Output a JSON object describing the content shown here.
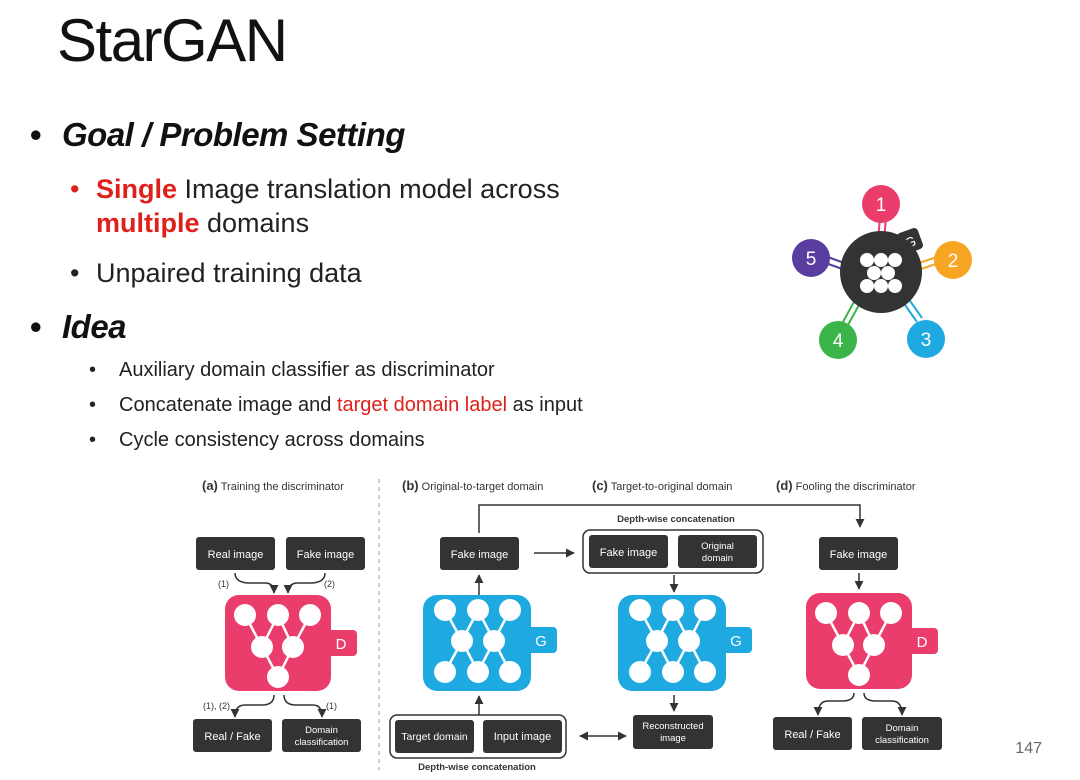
{
  "title": "StarGAN",
  "goal": {
    "heading": "Goal / Problem Setting",
    "item1": {
      "bold": "Single",
      "rest": " Image translation model across",
      "bold2": "multiple",
      "rest2": " domains"
    },
    "item2": "Unpaired training data"
  },
  "idea": {
    "heading": "Idea",
    "items": [
      "Auxiliary domain classifier as discriminator",
      {
        "pre": "Concatenate image and ",
        "highlight": "target domain label",
        "post": " as input"
      },
      "Cycle consistency across domains"
    ]
  },
  "star_graphic": {
    "generator_label": "G",
    "nodes": [
      "1",
      "2",
      "3",
      "4",
      "5"
    ]
  },
  "diagram": {
    "panel_a": {
      "label": "(a)",
      "title": "Training the discriminator"
    },
    "panel_b": {
      "label": "(b)",
      "title": "Original-to-target domain"
    },
    "panel_c": {
      "label": "(c)",
      "title": "Target-to-original domain"
    },
    "panel_d": {
      "label": "(d)",
      "title": "Fooling the discriminator"
    },
    "real_image": "Real image",
    "fake_image": "Fake image",
    "real_fake": "Real / Fake",
    "domain_classification_1": "Domain",
    "domain_classification_2": "classification",
    "discriminator_label": "D",
    "generator_label": "G",
    "marker_1": "(1)",
    "marker_2": "(2)",
    "marker_12": "(1), (2)",
    "depthwise_concat": "Depth-wise concatenation",
    "original_domain_1": "Original",
    "original_domain_2": "domain",
    "target_domain": "Target domain",
    "input_image": "Input image",
    "reconstructed_1": "Reconstructed",
    "reconstructed_2": "image"
  },
  "page_number": "147",
  "colors": {
    "red": "#e0201b",
    "pink": "#ea3d6b",
    "blue": "#1ea9e1",
    "dark": "#333333"
  }
}
